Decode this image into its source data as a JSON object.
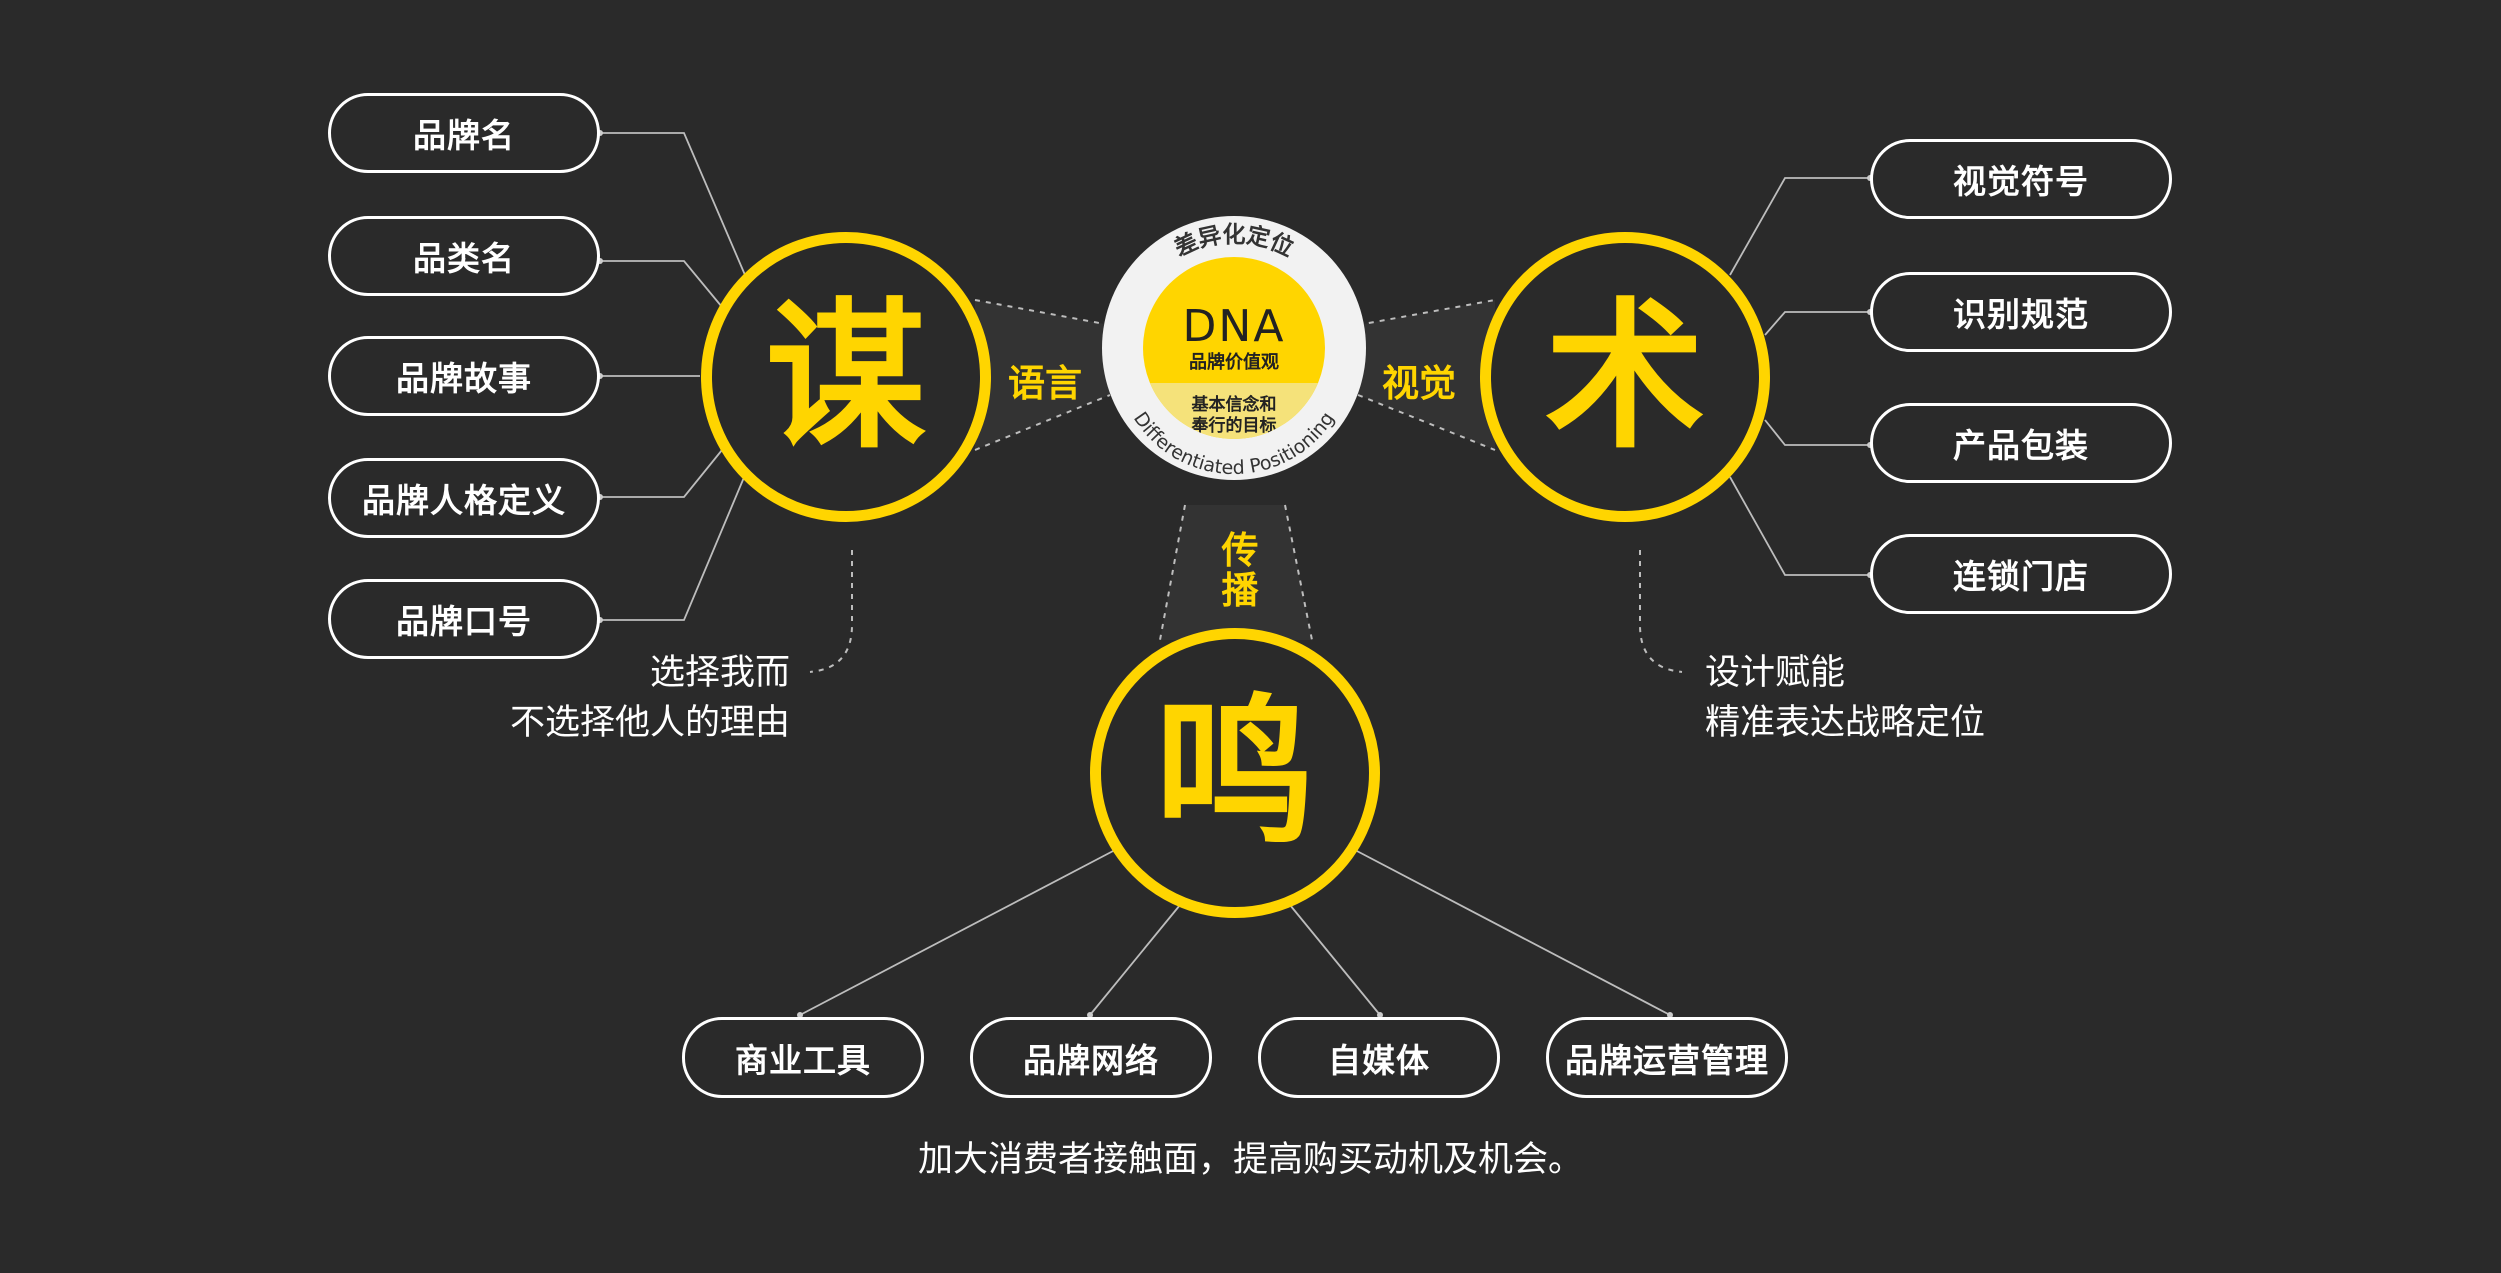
{
  "diagram": {
    "center": {
      "top_arc_text": "差异化定位",
      "core_word": "DNA",
      "core_subtitle": "品牌价值观",
      "core_description": "基本信念和\n奉行的目标",
      "bottom_arc_text": "Differentiated Positioning"
    },
    "left_node": {
      "char": "谋",
      "link_label": "语言",
      "items": [
        "品牌名",
        "品类名",
        "品牌故事",
        "品牌人格定义",
        "品牌口号"
      ],
      "caption": [
        "选择我而",
        "不选择他人的理由"
      ]
    },
    "right_node": {
      "char": "术",
      "link_label": "视觉",
      "items": [
        "视觉符号",
        "识别规范",
        "产品包装",
        "连锁门店"
      ],
      "caption": [
        "设计赋能",
        "精准表达战略定位"
      ]
    },
    "bottom_node": {
      "char": "鸣",
      "link_label": "传播",
      "items": [
        "商业工具",
        "品牌网络",
        "自媒体",
        "品牌运营管理"
      ],
      "caption": "加大消费者接触面，提高购买动机及机会。"
    },
    "colors": {
      "background": "#2a2a2a",
      "accent": "#ffd500",
      "text": "#ffffff"
    }
  }
}
